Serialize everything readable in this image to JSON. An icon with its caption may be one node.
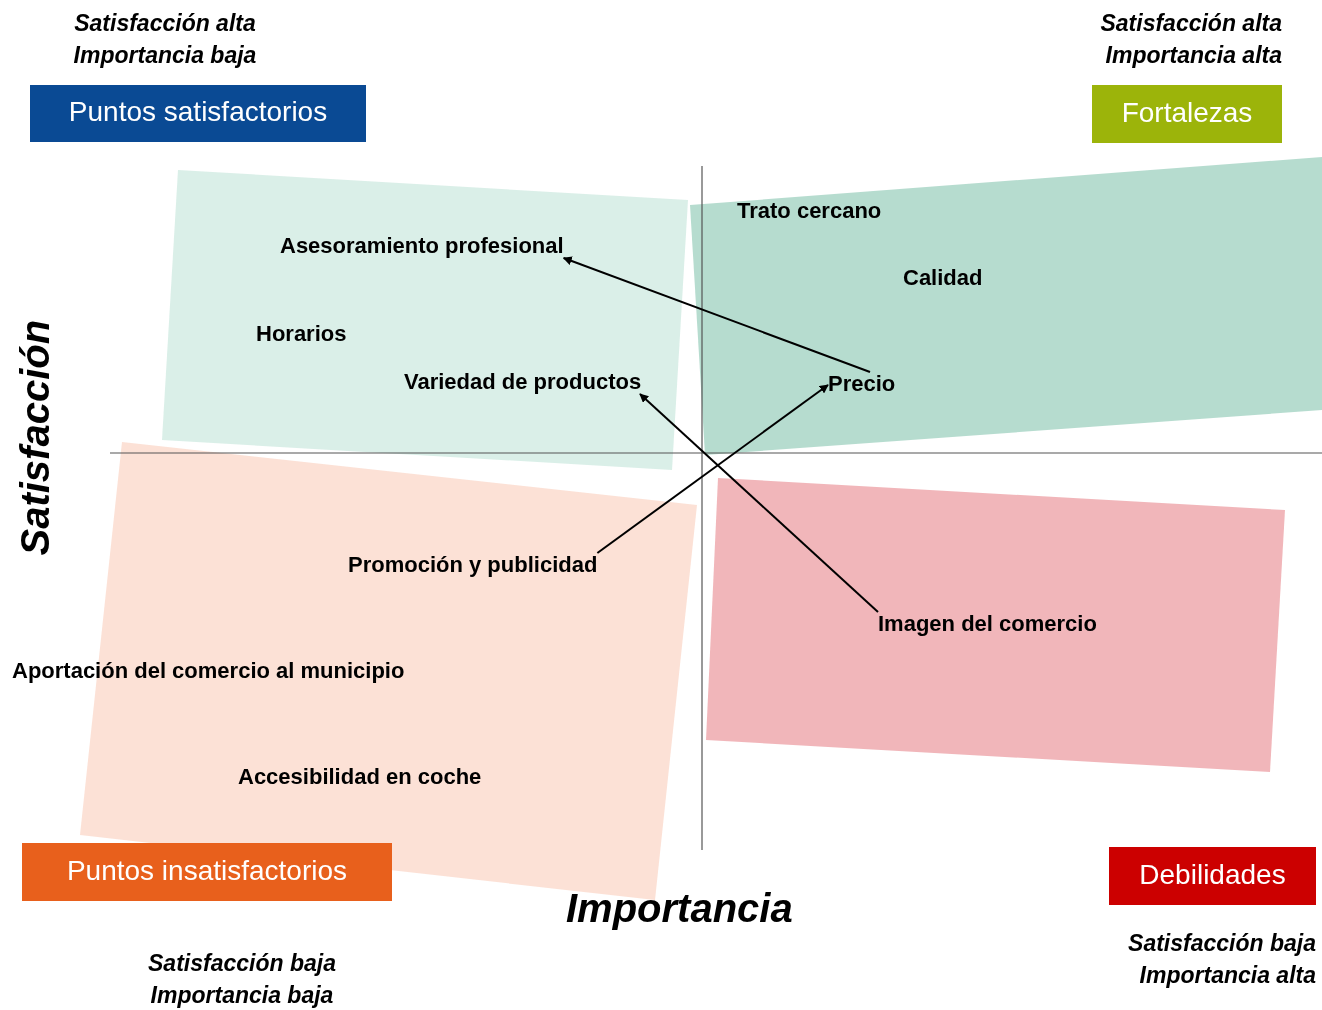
{
  "diagram": {
    "nodes": [
      {
        "text": [
          "Puntos satisfactorios"
        ],
        "beside": [
          "Satisfacción alta Importancia baja"
        ]
      },
      {
        "text": [
          "Fortalezas"
        ],
        "beside": [
          "Satisfacción alta Importancia alta"
        ]
      },
      {
        "text": [],
        "shape": "box"
      },
      {
        "text": [
          "Asesoramiento profesional"
        ],
        "in": 2
      },
      {
        "text": [
          "Horarios"
        ],
        "in": 2
      },
      {
        "text": [
          "Variedad de productos"
        ],
        "in": 2
      },
      {
        "text": [],
        "shape": "box"
      },
      {
        "text": [
          "Trato cercano"
        ],
        "in": 6
      },
      {
        "text": [
          "Calidad"
        ],
        "in": 6
      },
      {
        "text": [
          "Precio"
        ],
        "in": 6
      },
      {
        "text": [],
        "shape": "box"
      },
      {
        "text": [
          "Promoción y publicidad"
        ],
        "in": 10
      },
      {
        "text": [
          "Aportación del comercio al municipio"
        ]
      },
      {
        "text": [
          "Accesibilidad en coche"
        ],
        "in": 10
      },
      {
        "text": [],
        "shape": "box"
      },
      {
        "text": [
          "Imagen del comercio"
        ],
        "in": 14
      },
      {
        "text": [
          "Puntos insatisfactorios"
        ],
        "beside": [
          "Satisfacción baja Importancia baja"
        ]
      },
      {
        "text": [
          "Debilidades"
        ],
        "beside": [
          "Satisfacción baja Importancia alta"
        ]
      }
    ],
    "edges": [
      {
        "from": 9,
        "to": 3,
        "arrow": "to"
      },
      {
        "from": 15,
        "to": 5,
        "arrow": "to"
      },
      {
        "from": 11,
        "to": 9,
        "arrow": "to"
      }
    ],
    "labels": [
      "Satisfacción",
      "Importancia"
    ]
  }
}
